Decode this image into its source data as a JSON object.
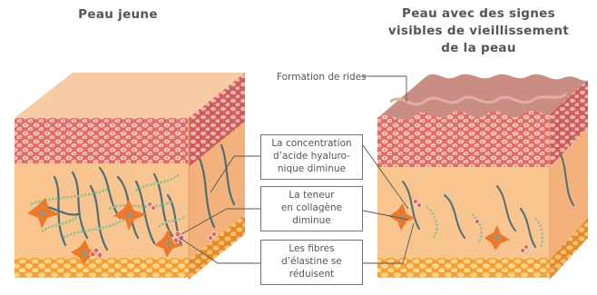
{
  "titles": {
    "young": "Peau jeune",
    "aged_line1": "Peau avec des signes",
    "aged_line2": "visibles de vieillissement",
    "aged_line3": "de la peau"
  },
  "callouts": {
    "wrinkles": "Formation de rides",
    "hyaluronic": [
      "La concentration",
      "d’acide hyaluro-",
      "nique diminue"
    ],
    "collagen": [
      "La teneur",
      "en collagène",
      "diminue"
    ],
    "elastin": [
      "Les fibres",
      "d’élastine se",
      "réduisent"
    ]
  },
  "colors": {
    "surface": "#f6c9a0",
    "epidermis": "#e2796f",
    "dermis": "#f7c28e",
    "fat": "#f4a23a",
    "fibroblast": "#e9712a",
    "collagen": "#9cc49a",
    "elastin": "#4f6e79",
    "wrinkle_surface": "#c98d84"
  }
}
